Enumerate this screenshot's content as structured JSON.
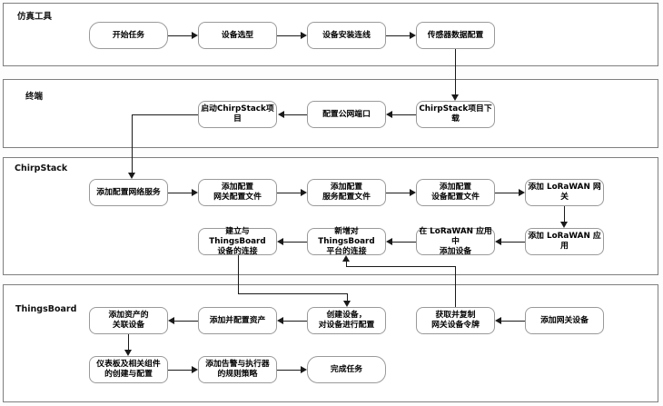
{
  "diagram_title": "LoRaWAN / ChirpStack / ThingsBoard simulation task flowchart",
  "lanes": [
    {
      "id": "simulation-tools",
      "label": "仿真工具"
    },
    {
      "id": "terminal",
      "label": "终端"
    },
    {
      "id": "chirpstack",
      "label": "ChirpStack"
    },
    {
      "id": "thingsboard",
      "label": "ThingsBoard"
    }
  ],
  "nodes": {
    "start": {
      "label": "开始任务",
      "lane": "仿真工具"
    },
    "device_select": {
      "label": "设备选型",
      "lane": "仿真工具"
    },
    "device_install": {
      "label": "设备安装连线",
      "lane": "仿真工具"
    },
    "sensor_config": {
      "label": "传感器数据配置",
      "lane": "仿真工具"
    },
    "chirpstack_download": {
      "label": "ChirpStack项目下载",
      "lane": "终端"
    },
    "public_port": {
      "label": "配置公网端口",
      "lane": "终端"
    },
    "chirpstack_start": {
      "label": "启动ChirpStack项目",
      "lane": "终端"
    },
    "network_service": {
      "label": "添加配置网络服务",
      "lane": "ChirpStack"
    },
    "gateway_profile": {
      "label": "添加配置\n网关配置文件",
      "lane": "ChirpStack"
    },
    "service_profile": {
      "label": "添加配置\n服务配置文件",
      "lane": "ChirpStack"
    },
    "device_profile": {
      "label": "添加配置\n设备配置文件",
      "lane": "ChirpStack"
    },
    "lorawan_gateway": {
      "label": "添加 LoRaWAN 网关",
      "lane": "ChirpStack"
    },
    "lorawan_app": {
      "label": "添加 LoRaWAN 应用",
      "lane": "ChirpStack"
    },
    "app_add_device": {
      "label": "在 LoRaWAN 应用中\n添加设备",
      "lane": "ChirpStack"
    },
    "tb_platform_conn": {
      "label": "新增对ThingsBoard\n平台的连接",
      "lane": "ChirpStack"
    },
    "tb_device_conn": {
      "label": "建立与ThingsBoard\n设备的连接",
      "lane": "ChirpStack"
    },
    "add_gateway_device": {
      "label": "添加网关设备",
      "lane": "ThingsBoard"
    },
    "copy_token": {
      "label": "获取并复制\n网关设备令牌",
      "lane": "ThingsBoard"
    },
    "create_device": {
      "label": "创建设备，\n对设备进行配置",
      "lane": "ThingsBoard"
    },
    "add_asset": {
      "label": "添加并配置资产",
      "lane": "ThingsBoard"
    },
    "asset_relate": {
      "label": "添加资产的\n关联设备",
      "lane": "ThingsBoard"
    },
    "dashboard": {
      "label": "仪表板及相关组件\n的创建与配置",
      "lane": "ThingsBoard"
    },
    "alarm_rules": {
      "label": "添加告警与执行器\n的规则策略",
      "lane": "ThingsBoard"
    },
    "finish": {
      "label": "完成任务",
      "lane": "ThingsBoard"
    }
  },
  "edges": [
    {
      "from": "start",
      "to": "device_select"
    },
    {
      "from": "device_select",
      "to": "device_install"
    },
    {
      "from": "device_install",
      "to": "sensor_config"
    },
    {
      "from": "sensor_config",
      "to": "chirpstack_download"
    },
    {
      "from": "chirpstack_download",
      "to": "public_port"
    },
    {
      "from": "public_port",
      "to": "chirpstack_start"
    },
    {
      "from": "chirpstack_start",
      "to": "network_service"
    },
    {
      "from": "network_service",
      "to": "gateway_profile"
    },
    {
      "from": "gateway_profile",
      "to": "service_profile"
    },
    {
      "from": "service_profile",
      "to": "device_profile"
    },
    {
      "from": "device_profile",
      "to": "lorawan_gateway"
    },
    {
      "from": "lorawan_gateway",
      "to": "lorawan_app"
    },
    {
      "from": "lorawan_app",
      "to": "app_add_device"
    },
    {
      "from": "app_add_device",
      "to": "tb_platform_conn"
    },
    {
      "from": "tb_platform_conn",
      "to": "tb_device_conn"
    },
    {
      "from": "tb_device_conn",
      "to": "create_device"
    },
    {
      "from": "add_gateway_device",
      "to": "copy_token"
    },
    {
      "from": "copy_token",
      "to": "tb_platform_conn"
    },
    {
      "from": "create_device",
      "to": "add_asset"
    },
    {
      "from": "add_asset",
      "to": "asset_relate"
    },
    {
      "from": "asset_relate",
      "to": "dashboard"
    },
    {
      "from": "dashboard",
      "to": "alarm_rules"
    },
    {
      "from": "alarm_rules",
      "to": "finish"
    }
  ],
  "colors": {
    "lane_border": "#7f7f7f",
    "node_border": "#9a9a9a",
    "node_fill": "#ffffff",
    "arrow": "#1a1a1a",
    "text": "#000000",
    "background": "#fdfdfd"
  }
}
